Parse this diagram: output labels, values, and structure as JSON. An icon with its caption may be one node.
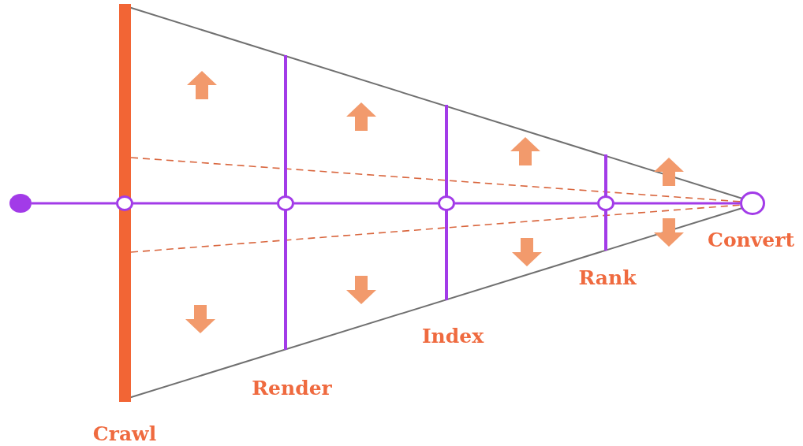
{
  "diagram": {
    "nodes": [
      {
        "text": [],
        "shape": "circle"
      },
      {
        "text": [],
        "shape": "circle"
      },
      {
        "text": [],
        "shape": "circle"
      },
      {
        "text": [],
        "shape": "circle"
      },
      {
        "text": [],
        "shape": "circle"
      },
      {
        "text": [],
        "shape": "circle"
      }
    ],
    "edges": [
      {
        "from": 0,
        "to": 1,
        "arrow": "none"
      },
      {
        "from": 1,
        "to": 2,
        "arrow": "none"
      },
      {
        "from": 2,
        "to": 3,
        "arrow": "none"
      },
      {
        "from": 3,
        "to": 4,
        "arrow": "none"
      },
      {
        "from": 4,
        "to": 5,
        "arrow": "none"
      }
    ],
    "labels": [
      "Convert",
      "Rank",
      "Index",
      "Render",
      "Crawl"
    ]
  }
}
